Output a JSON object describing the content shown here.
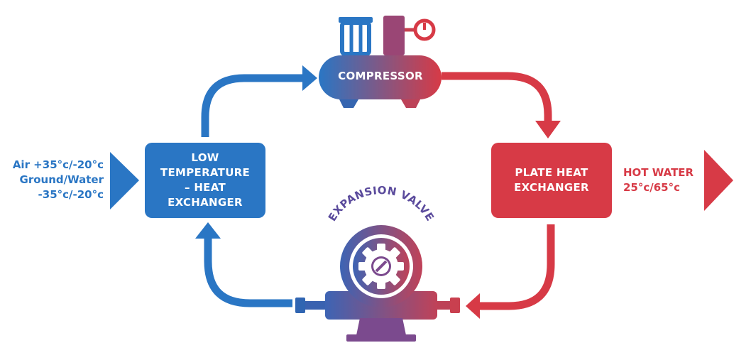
{
  "nodes": {
    "compressor": "COMPRESSOR",
    "low_exchanger": [
      "LOW",
      "TEMPERATURE",
      "– HEAT",
      "EXCHANGER"
    ],
    "plate_exchanger": [
      "PLATE HEAT",
      "EXCHANGER"
    ],
    "expansion_valve": "EXPANSION VALVE"
  },
  "input": [
    "Air +35°c/-20°c",
    "Ground/Water",
    "-35°c/-20°c"
  ],
  "output": [
    "HOT WATER",
    "25°c/65°c"
  ],
  "colors": {
    "cold": "#2a76c4",
    "hot": "#d73a46",
    "mid": "#7b4a8e"
  },
  "icons": [
    "compressor-icon",
    "gauge-icon",
    "gear-icon",
    "pipe-icon"
  ]
}
